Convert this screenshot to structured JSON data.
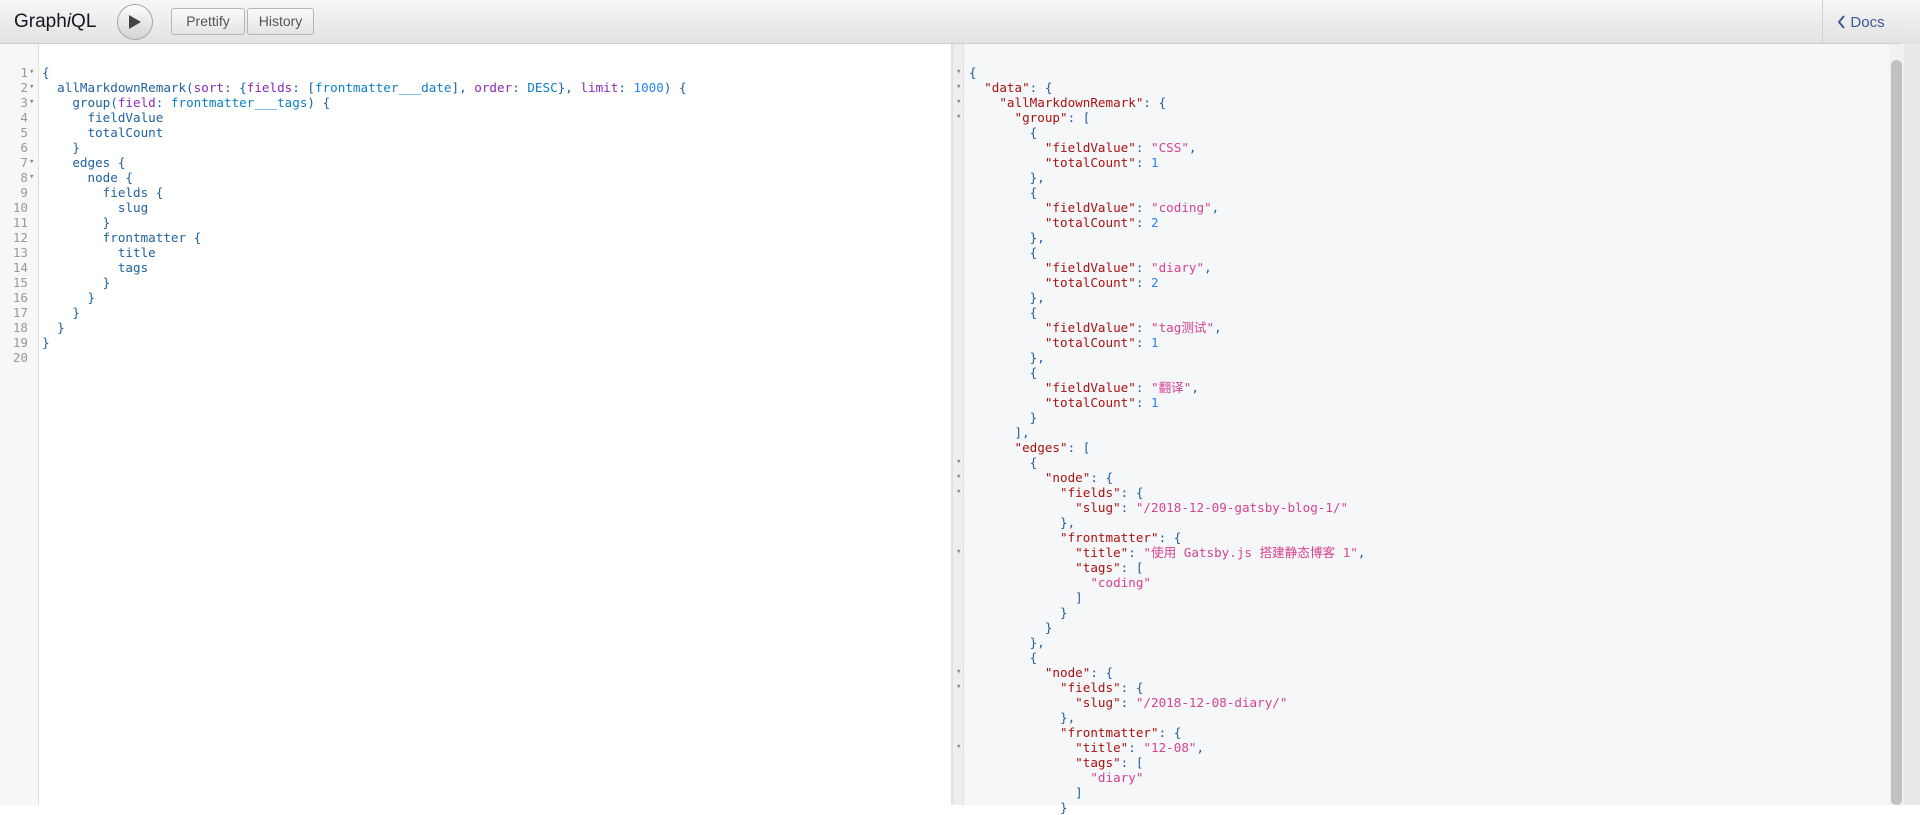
{
  "app": {
    "title_prefix": "Graph",
    "title_ital": "i",
    "title_suffix": "QL"
  },
  "toolbar": {
    "run_icon": "play-icon",
    "prettify_label": "Prettify",
    "history_label": "History",
    "docs_label": "Docs",
    "docs_icon": "chevron-left-icon"
  },
  "query": {
    "line_numbers": "1\n2\n3\n4\n5\n6\n7\n8\n9\n10\n11\n12\n13\n14\n15\n16\n17\n18\n19\n20",
    "folds": "▾\n▾\n▾\n\n\n\n▾\n▾\n\n\n\n\n\n\n\n\n\n\n\n",
    "lines": [
      "{",
      "  allMarkdownRemark(sort: {fields: [frontmatter___date], order: DESC}, limit: 1000) {",
      "    group(field: frontmatter___tags) {",
      "      fieldValue",
      "      totalCount",
      "    }",
      "    edges {",
      "      node {",
      "        fields {",
      "          slug",
      "        }",
      "        frontmatter {",
      "          title",
      "          tags",
      "        }",
      "      }",
      "    }",
      "  }",
      "}",
      ""
    ]
  },
  "result": {
    "folds": "▾\n▾\n▾\n▾\n\n\n\n\n\n\n\n\n\n\n\n\n\n\n\n\n\n\n\n\n\n\n▾\n▾\n▾\n\n\n\n▾\n\n\n\n\n\n\n\n▾\n▾\n\n\n\n▾\n\n\n\n",
    "lines": [
      "{",
      "  \"data\": {",
      "    \"allMarkdownRemark\": {",
      "      \"group\": [",
      "        {",
      "          \"fieldValue\": \"CSS\",",
      "          \"totalCount\": 1",
      "        },",
      "        {",
      "          \"fieldValue\": \"coding\",",
      "          \"totalCount\": 2",
      "        },",
      "        {",
      "          \"fieldValue\": \"diary\",",
      "          \"totalCount\": 2",
      "        },",
      "        {",
      "          \"fieldValue\": \"tag测试\",",
      "          \"totalCount\": 1",
      "        },",
      "        {",
      "          \"fieldValue\": \"翻译\",",
      "          \"totalCount\": 1",
      "        }",
      "      ],",
      "      \"edges\": [",
      "        {",
      "          \"node\": {",
      "            \"fields\": {",
      "              \"slug\": \"/2018-12-09-gatsby-blog-1/\"",
      "            },",
      "            \"frontmatter\": {",
      "              \"title\": \"使用 Gatsby.js 搭建静态博客 1\",",
      "              \"tags\": [",
      "                \"coding\"",
      "              ]",
      "            }",
      "          }",
      "        },",
      "        {",
      "          \"node\": {",
      "            \"fields\": {",
      "              \"slug\": \"/2018-12-08-diary/\"",
      "            },",
      "            \"frontmatter\": {",
      "              \"title\": \"12-08\",",
      "              \"tags\": [",
      "                \"diary\"",
      "              ]",
      "            }"
    ]
  },
  "colors": {
    "accent": "#3b5998",
    "json_key": "#a11",
    "json_string": "#d64292",
    "json_number": "#2882f9",
    "query_field": "#1f61a0",
    "query_arg": "#8b2bb9"
  }
}
